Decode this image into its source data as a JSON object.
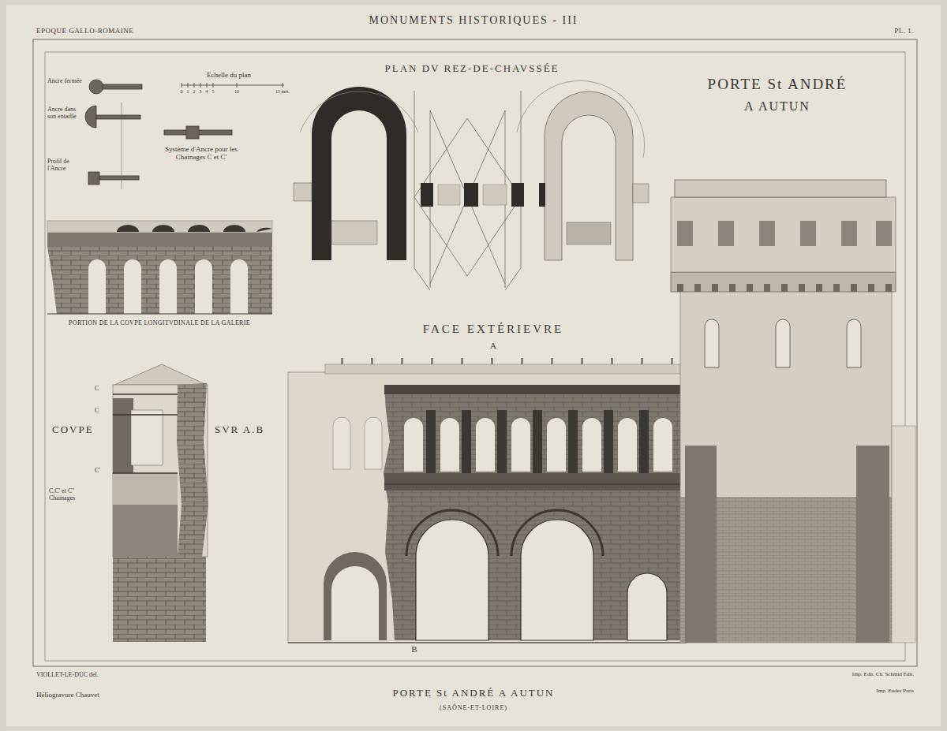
{
  "diagram": {
    "title": "MONUMENTS HISTORIQUES - III",
    "caption": "PORTE St ANDRÉ A AUTUN",
    "labels": [
      "EPOQUE GALLO-ROMAINE",
      "PL. 1.",
      "PLAN DV REZ-DE-CHAVSSÉE",
      "PORTE St ANDRÉ",
      "A AUTUN",
      "Ancre fermée",
      "Ancre dans son entaille",
      "Profil de l'Ancre",
      "Echelle du plan",
      "0",
      "1",
      "2",
      "3",
      "4",
      "5",
      "10",
      "15 mèt.",
      "Système d'Ancre pour les Chainages C et C'",
      "PORTION DE LA COVPE LONGITVDINALE DE LA GALERIE",
      "FACE EXTÉRIEVRE",
      "A",
      "COVPE",
      "SVR A.B",
      "C",
      "C",
      "C'",
      "C.C' et C'' Chainages",
      "B",
      "VIOLLET-LE-DUC del.",
      "Héliogravure Chauvet",
      "(SAÔNE-ET-LOIRE)",
      "Imp. Edit. Ch. Schmid Edit.",
      "Imp. Eudes Paris"
    ]
  }
}
